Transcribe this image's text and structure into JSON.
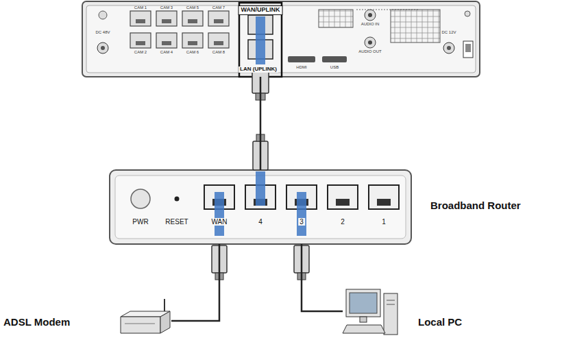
{
  "diagram": {
    "nodes": [
      {
        "text": [
          "WAN/UPLINK",
          "LAN (UPLINK)"
        ]
      },
      {
        "text": [
          "Broadband Router",
          "PWR",
          "RESET",
          "WAN",
          "4",
          "3",
          "2",
          "1"
        ]
      },
      {
        "text": [
          "ADSL Modem"
        ]
      },
      {
        "text": [
          "Local PC"
        ]
      }
    ],
    "edges": [
      {
        "from": 0,
        "to": 1,
        "arrow": "none"
      },
      {
        "from": 2,
        "to": 1,
        "arrow": "none"
      },
      {
        "from": 3,
        "to": 1,
        "arrow": "none"
      }
    ],
    "labels": [
      "CAM 1",
      "CAM 3",
      "CAM 5",
      "CAM 7",
      "CAM 2",
      "CAM 4",
      "CAM 6",
      "CAM 8",
      "DC 48V",
      "HDMI",
      "USB",
      "AUDIO IN",
      "AUDIO OUT",
      "DC 12V"
    ]
  }
}
